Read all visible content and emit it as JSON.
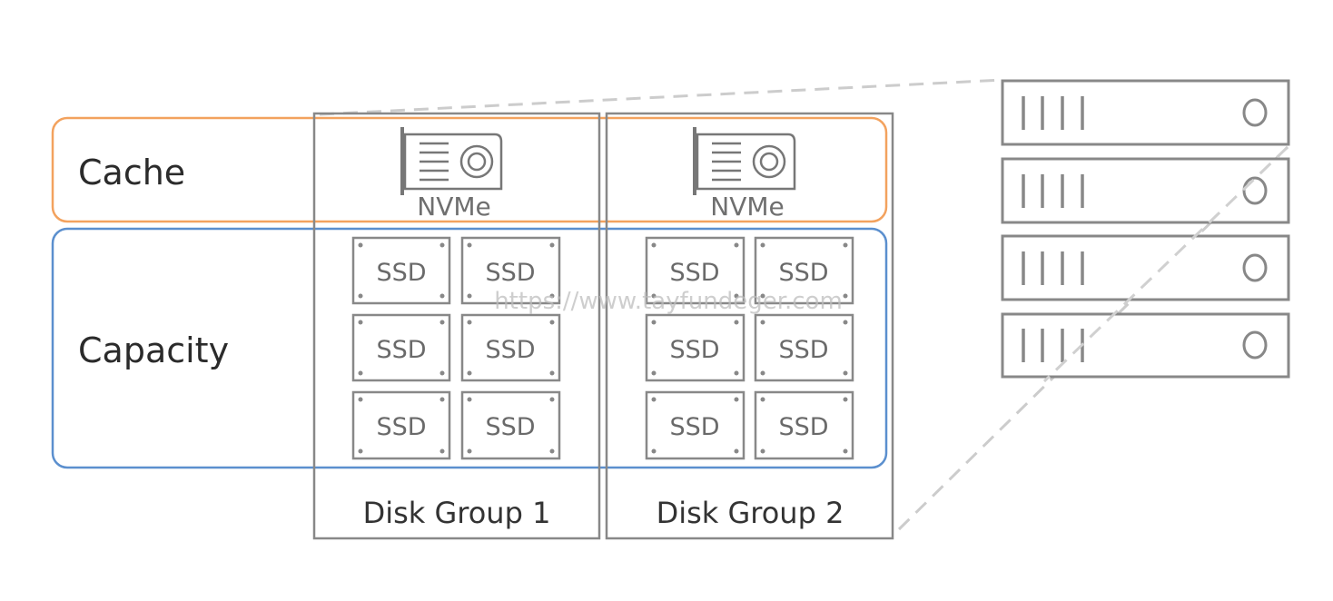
{
  "tiers": {
    "cache": {
      "label": "Cache",
      "color": "#f3a25e"
    },
    "capacity": {
      "label": "Capacity",
      "color": "#5b8fce"
    }
  },
  "disk_groups": [
    {
      "label": "Disk Group 1",
      "cache_device": "NVMe",
      "capacity_devices": [
        "SSD",
        "SSD",
        "SSD",
        "SSD",
        "SSD",
        "SSD"
      ]
    },
    {
      "label": "Disk Group 2",
      "cache_device": "NVMe",
      "capacity_devices": [
        "SSD",
        "SSD",
        "SSD",
        "SSD",
        "SSD",
        "SSD"
      ]
    }
  ],
  "server": {
    "unit_count": 4
  },
  "watermark": "https://www.tayfundeger.com",
  "colors": {
    "outline": "#888888",
    "connector": "#cccccc"
  }
}
